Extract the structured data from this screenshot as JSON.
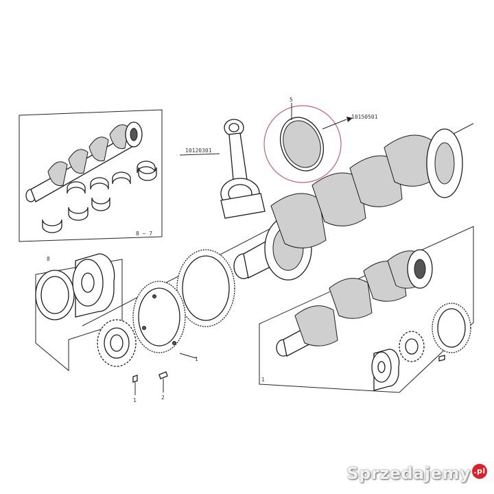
{
  "labels": {
    "seal_ref": "5",
    "seal_part": "10150501",
    "rod_part": "10120301",
    "inset_ref": "8 ~ 7",
    "front_seal_ref": "8",
    "pulley_bolt_ref": "1",
    "gear_bolt_ref": "2",
    "flywheel_ref": "1",
    "group_ref": "1"
  },
  "watermark": {
    "text": "Sprzedajemy",
    "suffix": ".pl"
  },
  "colors": {
    "line": "#1a1a1a",
    "highlight": "#c0607a",
    "watermark_badge": "#d9222a"
  }
}
